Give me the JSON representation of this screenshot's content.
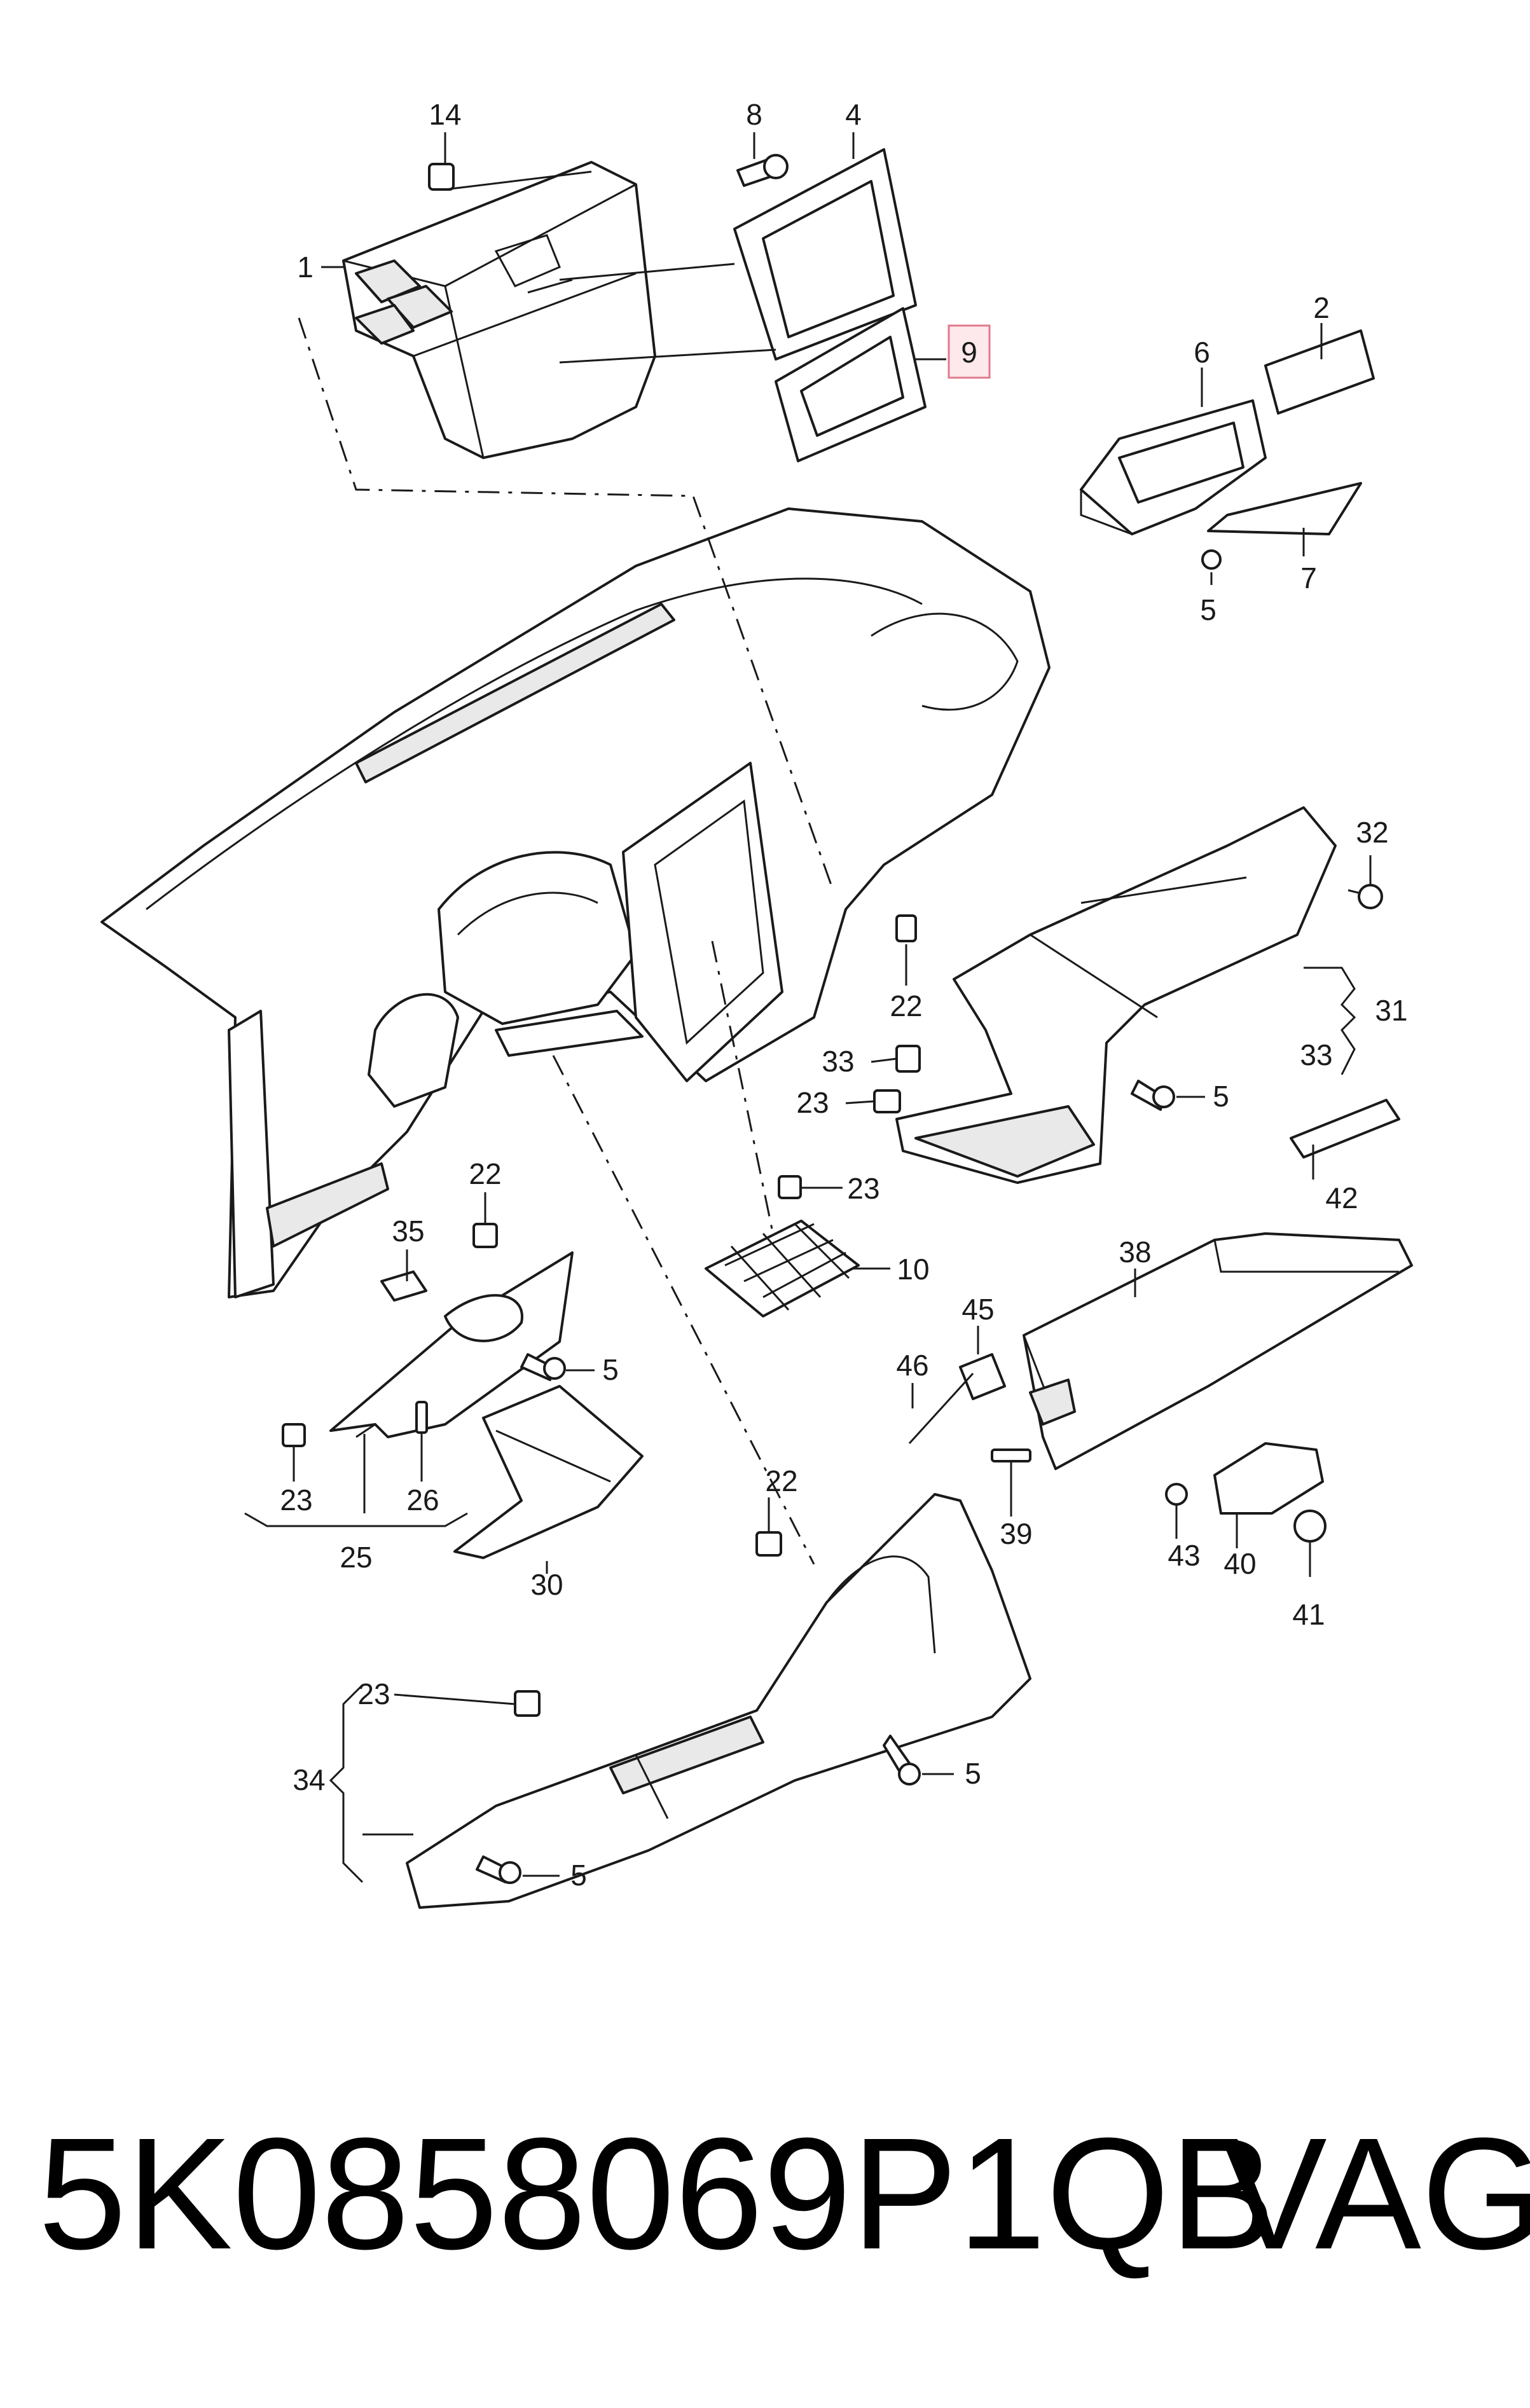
{
  "callouts": {
    "c14": "14",
    "c8": "8",
    "c4": "4",
    "c1": "1",
    "c9": "9",
    "c2": "2",
    "c6": "6",
    "c7": "7",
    "c5a": "5",
    "c32": "32",
    "c31": "31",
    "c33a": "33",
    "c5b": "5",
    "c42": "42",
    "c22a": "22",
    "c33b": "33",
    "c23a": "23",
    "c23b": "23",
    "c10": "10",
    "c22b": "22",
    "c35": "35",
    "c5c": "5",
    "c23c": "23",
    "c26": "26",
    "c25": "25",
    "c30": "30",
    "c38": "38",
    "c45": "45",
    "c46": "46",
    "c22c": "22",
    "c39": "39",
    "c43": "43",
    "c40": "40",
    "c41": "41",
    "c23d": "23",
    "c34": "34",
    "c5d": "5",
    "c5e": "5"
  },
  "footer": {
    "part_number": "5K0858069P1QB",
    "vendor": "VAG"
  },
  "colors": {
    "line": "#1a1a1a",
    "highlight_fill": "#fde8ec",
    "highlight_border": "#e07a8c"
  }
}
